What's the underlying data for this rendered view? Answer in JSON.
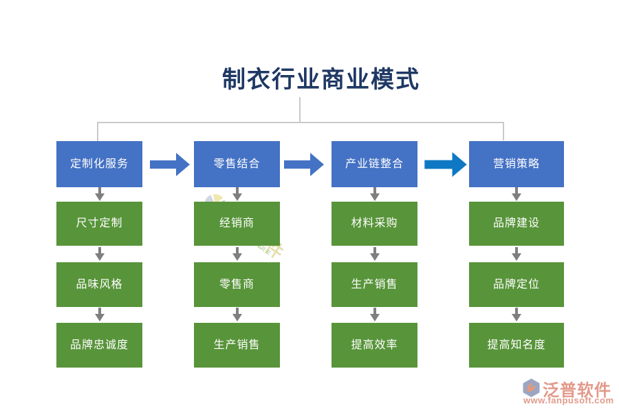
{
  "title": "制衣行业商业模式",
  "colors": {
    "navy": "#1f3864",
    "blue": "#4472c4",
    "vividblue": "#0e78c4",
    "green": "#58943a",
    "graystroke": "#7f7f7f",
    "linegray": "#c9c9c9",
    "salmon": "#e2998a"
  },
  "columns": [
    {
      "header": "定制化服务",
      "items": [
        "尺寸定制",
        "品味风格",
        "品牌忠诚度"
      ]
    },
    {
      "header": "零售结合",
      "items": [
        "经销商",
        "零售商",
        "生产销售"
      ]
    },
    {
      "header": "产业链整合",
      "items": [
        "材料采购",
        "生产销售",
        "提高效率"
      ]
    },
    {
      "header": "营销策略",
      "items": [
        "品牌建设",
        "品牌定位",
        "提高知名度"
      ]
    }
  ],
  "watermark": {
    "text": "泛普软件",
    "subtext": "SOFTWARE"
  },
  "logo": {
    "name": "泛普软件",
    "url": "www.fanpusoft.com"
  }
}
